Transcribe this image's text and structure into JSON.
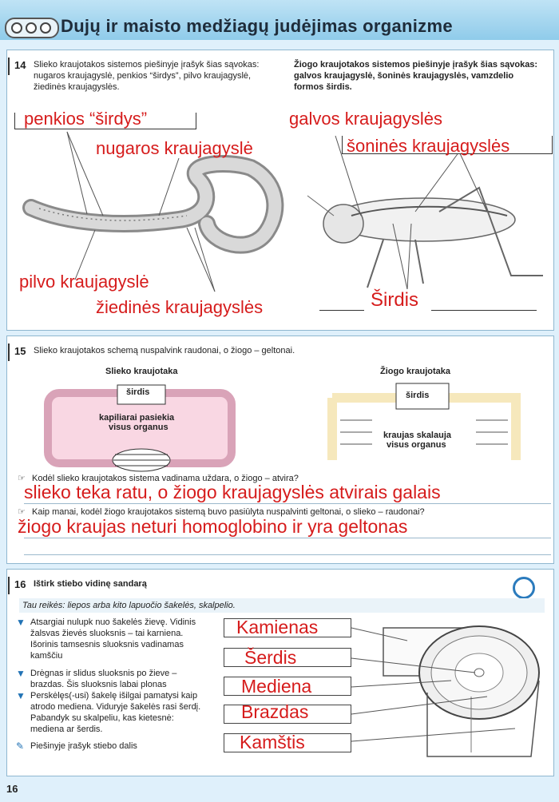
{
  "header": {
    "title": "Dujų ir maisto medžiagų judėjimas organizme"
  },
  "ex14": {
    "number": "14",
    "left_instruction": "Slieko kraujotakos sistemos piešinyje įrašyk šias sąvokas: nugaros kraujagyslė, penkios “širdys”, pilvo kraujagyslė, žiedinės kraujagyslės.",
    "right_instruction": "Žiogo kraujotakos sistemos piešinyje įrašyk šias sąvokas: galvos kraujagyslė, šoninės kraujagyslės, vamzdelio formos širdis.",
    "worm_labels": [
      "penkios “širdys”",
      "nugaros kraujagyslė",
      "pilvo kraujagyslė",
      "žiedinės kraujagyslės"
    ],
    "grass_labels": [
      "galvos kraujagyslės",
      "šoninės kraujagyslės",
      "Širdis"
    ]
  },
  "ex15": {
    "number": "15",
    "instruction": "Slieko kraujotakos schemą nuspalvink raudonai, o žiogo – geltonai.",
    "worm_title": "Slieko kraujotaka",
    "worm_heart": "širdis",
    "worm_caption1": "kapiliarai pasiekia",
    "worm_caption2": "visus organus",
    "grass_title": "Žiogo kraujotaka",
    "grass_heart": "širdis",
    "grass_caption1": "kraujas skalauja",
    "grass_caption2": "visus organus",
    "q1": "Kodėl slieko kraujotakos sistema vadinama uždara, o žiogo – atvira?",
    "a1": "slieko teka ratu, o žiogo kraujagyslės atvirais galais",
    "q2": "Kaip manai, kodėl žiogo kraujotakos sistemą buvo pasiūlyta nuspalvinti geltonai, o slieko – raudonai?",
    "a2": "žiogo kraujas neturi homoglobino ir yra geltonas"
  },
  "ex16": {
    "number": "16",
    "title": "Ištirk stiebo vidinę sandarą",
    "need": "Tau reikės: liepos arba kito lapuočio šakelės, skalpelio.",
    "steps": [
      "Atsargiai nulupk nuo šakelės žievę. Vidinis žalsvas žievės sluoksnis – tai karniena. Išorinis tamsesnis sluoksnis vadinamas kamščiu",
      "Drėgnas ir slidus sluoksnis po žieve – brazdas. Šis sluoksnis labai plonas",
      "Perskėlęs(-usi) šakelę išilgai pamatysi kaip atrodo mediena. Viduryje šakelės rasi šerdį. Pabandyk su skalpeliu, kas kietesnė: mediena ar šerdis.",
      "Piešinyje įrašyk stiebo dalis"
    ],
    "labels": [
      "Kamienas",
      "Šerdis",
      "Mediena",
      "Brazdas",
      "Kamštis"
    ]
  },
  "footer": {
    "page": "16"
  }
}
